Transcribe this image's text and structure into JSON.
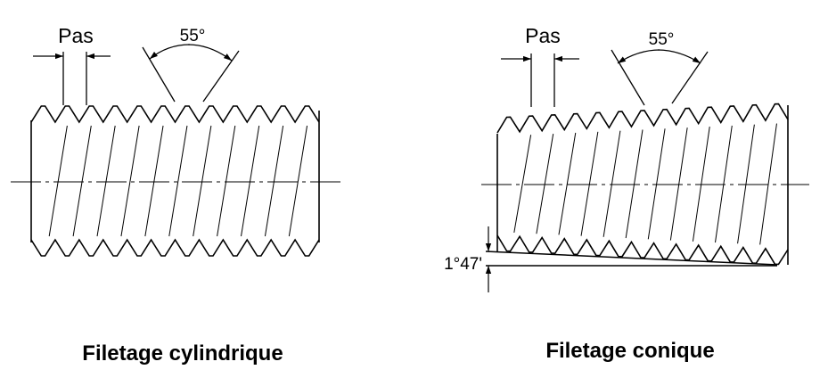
{
  "left_panel": {
    "pitch_label": "Pas",
    "angle_label": "55°",
    "caption": "Filetage cylindrique"
  },
  "right_panel": {
    "pitch_label": "Pas",
    "angle_label": "55°",
    "taper_label": "1°47'",
    "caption": "Filetage conique"
  },
  "colors": {
    "stroke": "#000000",
    "background": "#ffffff"
  }
}
